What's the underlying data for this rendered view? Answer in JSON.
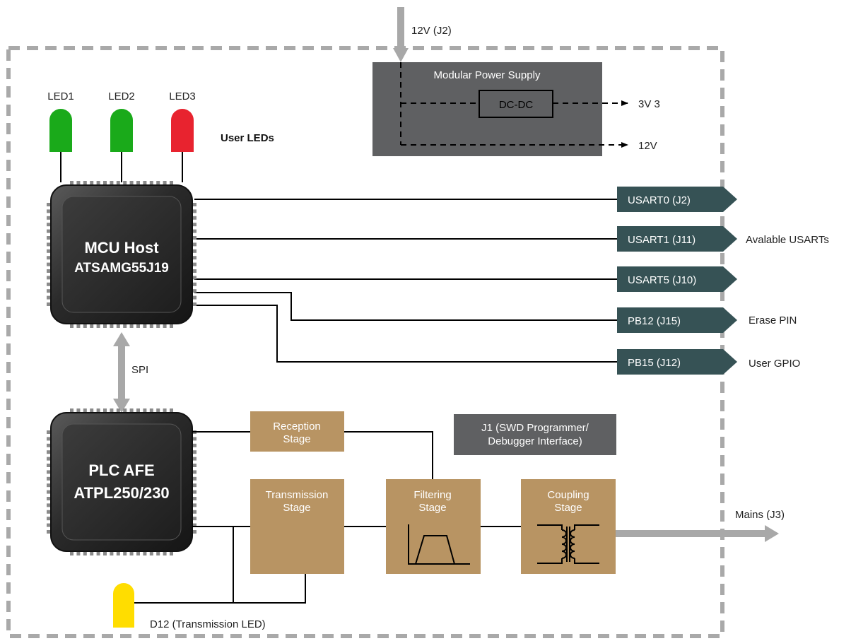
{
  "power_input": {
    "label": "12V (J2)"
  },
  "power_supply": {
    "title": "Modular Power Supply",
    "converter": "DC-DC",
    "outputs": [
      "3V 3",
      "12V"
    ]
  },
  "leds": {
    "items": [
      {
        "label": "LED1",
        "color": "#1aaa1a"
      },
      {
        "label": "LED2",
        "color": "#1aaa1a"
      },
      {
        "label": "LED3",
        "color": "#e8232f"
      }
    ],
    "group_label": "User LEDs"
  },
  "mcu": {
    "line1": "MCU Host",
    "line2": "ATSAMG55J19"
  },
  "plc": {
    "line1": "PLC AFE",
    "line2": "ATPL250/230"
  },
  "spi_label": "SPI",
  "ports": [
    {
      "label": "USART0 (J2)",
      "side_label": ""
    },
    {
      "label": "USART1 (J11)",
      "side_label": "Avalable USARTs"
    },
    {
      "label": "USART5 (J10)",
      "side_label": ""
    },
    {
      "label": "PB12 (J15)",
      "side_label": "Erase PIN"
    },
    {
      "label": "PB15 (J12)",
      "side_label": "User GPIO"
    }
  ],
  "stages": {
    "reception": [
      "Reception",
      "Stage"
    ],
    "transmission": [
      "Transmission",
      "Stage"
    ],
    "filtering": [
      "Filtering",
      "Stage"
    ],
    "coupling": [
      "Coupling",
      "Stage"
    ]
  },
  "swd": [
    "J1 (SWD Programmer/",
    "Debugger Interface)"
  ],
  "mains_label": "Mains (J3)",
  "tx_led": {
    "label": "D12 (Transmission LED)",
    "color": "#ffdd00"
  },
  "colors": {
    "border_dash": "#a9a9a9",
    "power_box": "#5f6062",
    "port_tag": "#365255",
    "stage_box": "#b89463",
    "arrow_gray": "#a8a8a8",
    "chip_body": "#2b2b2b"
  }
}
